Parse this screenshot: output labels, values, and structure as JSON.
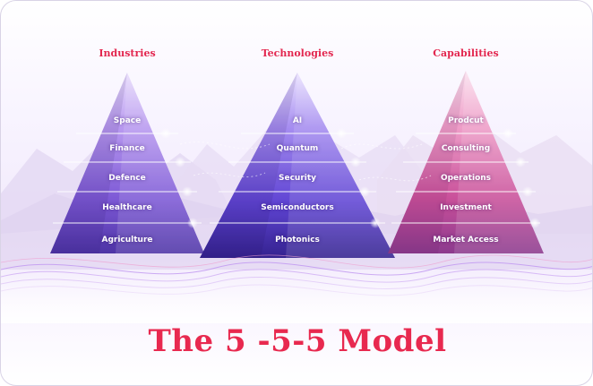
{
  "pyramids": [
    {
      "title": "Industries",
      "layers": [
        "Space",
        "Finance",
        "Defence",
        "Healthcare",
        "Agriculture"
      ],
      "palette": [
        "#e9defc",
        "#b99af0",
        "#7d59d6",
        "#4e34a6"
      ]
    },
    {
      "title": "Technologies",
      "layers": [
        "AI",
        "Quantum",
        "Security",
        "Semiconductors",
        "Photonics"
      ],
      "palette": [
        "#ece4ff",
        "#a58cf0",
        "#6045d4",
        "#34228f"
      ]
    },
    {
      "title": "Capabilities",
      "layers": [
        "Prodcut",
        "Consulting",
        "Operations",
        "Investment",
        "Market Access"
      ],
      "palette": [
        "#fbe3f0",
        "#ef9fc9",
        "#c9509a",
        "#8c3a8e"
      ]
    }
  ],
  "footer": {
    "title": "The 5 -5-5 Model"
  }
}
